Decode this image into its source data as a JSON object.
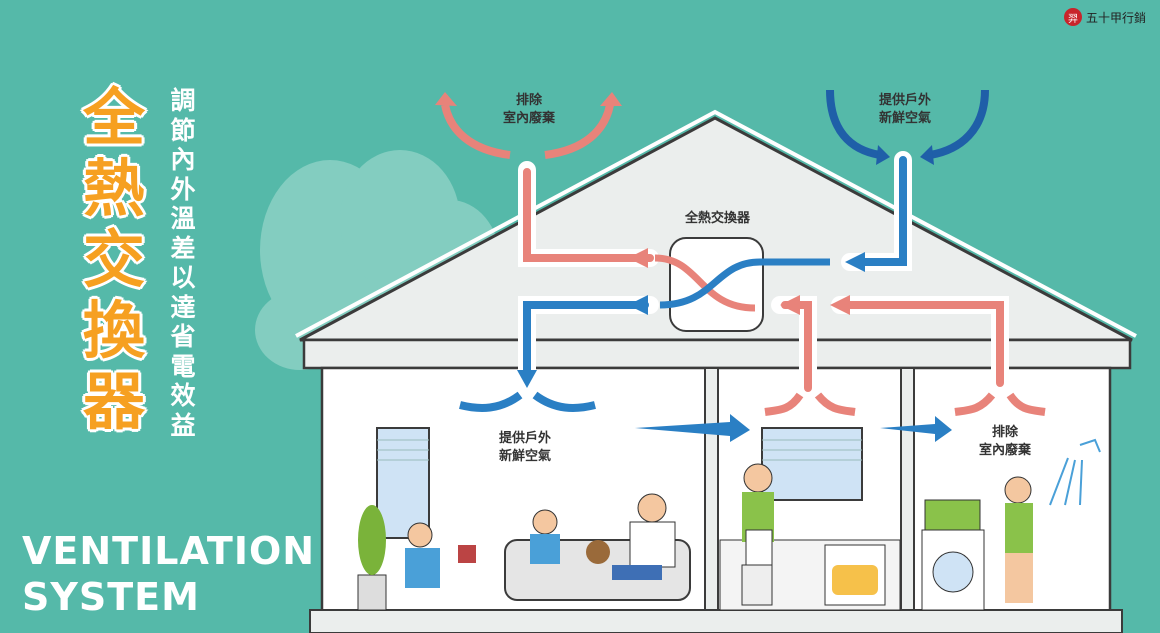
{
  "logo": {
    "seal": "羿",
    "text": "五十甲行銷"
  },
  "title": "全熱交換器",
  "subtitle": "調節內外溫差以達省電效益",
  "english_title": [
    "VENTILATION",
    "SYSTEM"
  ],
  "labels": {
    "exhaust_top": [
      "排除",
      "室內廢棄"
    ],
    "fresh_top": [
      "提供戶外",
      "新鮮空氣"
    ],
    "exchanger": "全熱交換器",
    "fresh_room": [
      "提供戶外",
      "新鮮空氣"
    ],
    "exhaust_room": [
      "排除",
      "室內廢棄"
    ]
  },
  "colors": {
    "background": "#55b9a9",
    "title": "#f6a021",
    "exhaust": "#e8837a",
    "fresh": "#2a7fc4"
  }
}
